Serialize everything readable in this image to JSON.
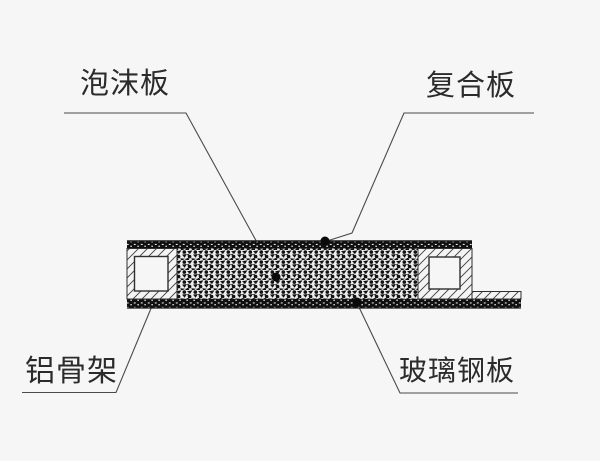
{
  "diagram": {
    "type": "engineering-cross-section",
    "background_color": "#f6f6f6",
    "line_color": "#4a4a4a",
    "ink_color": "#111111",
    "labels": {
      "foam_board": "泡沫板",
      "composite_board": "复合板",
      "aluminum_frame": "铝骨架",
      "frp_panel": "玻璃钢板"
    },
    "parts": [
      {
        "name": "foam-core",
        "label": "泡沫板"
      },
      {
        "name": "composite-top-skin",
        "label": "复合板"
      },
      {
        "name": "aluminum-frame-profile",
        "label": "铝骨架"
      },
      {
        "name": "frp-bottom-skin",
        "label": "玻璃钢板"
      }
    ]
  }
}
